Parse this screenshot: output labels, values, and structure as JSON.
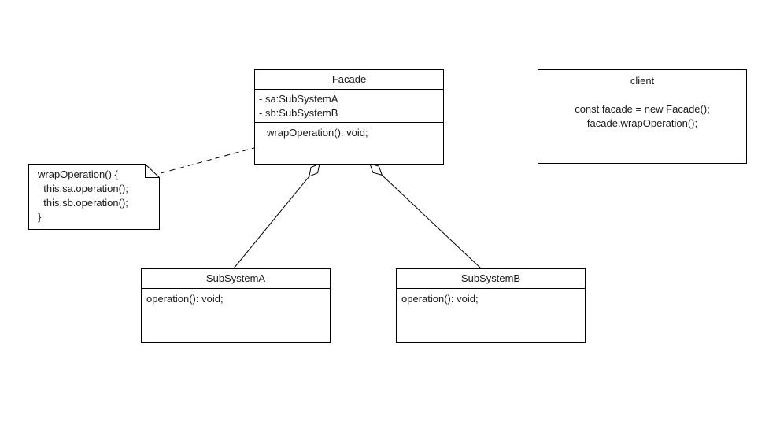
{
  "diagram": {
    "classes": {
      "facade": {
        "title": "Facade",
        "attributes": [
          "- sa:SubSystemA",
          "- sb:SubSystemB"
        ],
        "methods": [
          "wrapOperation(): void;"
        ]
      },
      "client": {
        "title": "client",
        "code_lines": [
          "const facade = new Facade();",
          "facade.wrapOperation();"
        ]
      },
      "subsystem_a": {
        "title": "SubSystemA",
        "methods": [
          "operation(): void;"
        ]
      },
      "subsystem_b": {
        "title": "SubSystemB",
        "methods": [
          "operation(): void;"
        ]
      }
    },
    "note": {
      "lines": [
        "wrapOperation() {",
        "  this.sa.operation();",
        "  this.sb.operation();",
        "}"
      ]
    },
    "relationships": [
      {
        "type": "aggregation",
        "from": "Facade",
        "to": "SubSystemA",
        "marker": "open-diamond"
      },
      {
        "type": "aggregation",
        "from": "Facade",
        "to": "SubSystemB",
        "marker": "open-diamond"
      },
      {
        "type": "note-anchor",
        "from": "note",
        "to": "Facade",
        "line_style": "dashed"
      }
    ],
    "colors": {
      "stroke": "#000000",
      "text": "#1a1a1a",
      "background": "#ffffff"
    }
  }
}
